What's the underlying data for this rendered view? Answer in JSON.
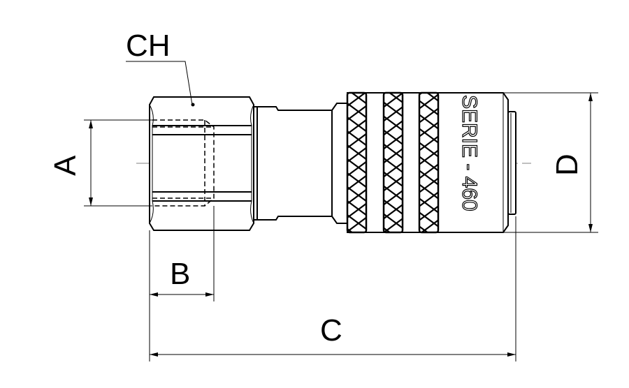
{
  "drawing": {
    "labels": {
      "ch": "CH",
      "a": "A",
      "b": "B",
      "c": "C",
      "d": "D"
    },
    "engraving": "SERIE - 460"
  }
}
